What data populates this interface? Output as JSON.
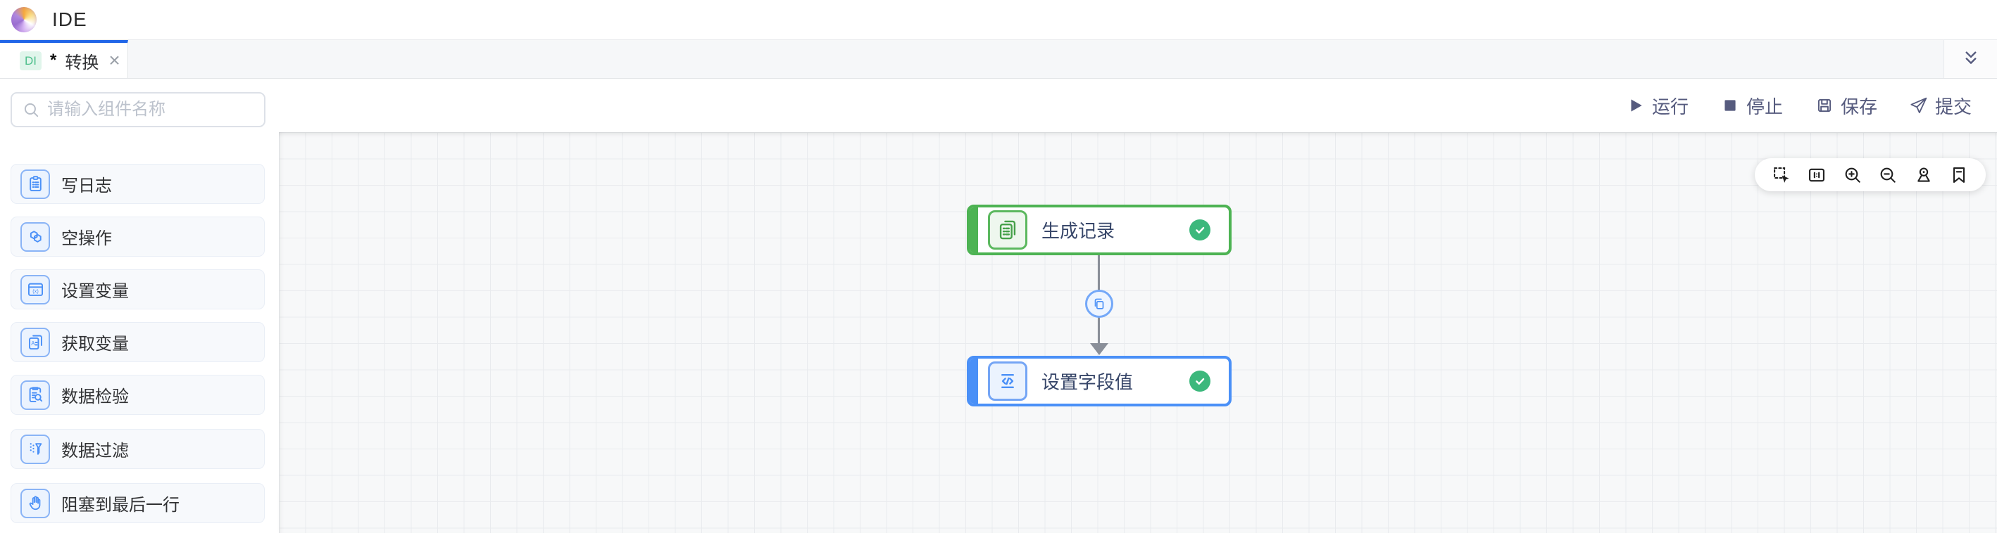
{
  "header": {
    "title": "IDE"
  },
  "tab_bar": {
    "tab": {
      "badge": "DI",
      "dirty_marker": "*",
      "title": "转换",
      "close_glyph": "×"
    },
    "more_icon": "double-chevron-down-icon"
  },
  "sidebar": {
    "search": {
      "placeholder": "请输入组件名称",
      "icon": "search-icon"
    },
    "items": [
      {
        "label": "写日志",
        "icon": "write-log-icon"
      },
      {
        "label": "空操作",
        "icon": "dummy-step-icon"
      },
      {
        "label": "设置变量",
        "icon": "set-variable-icon"
      },
      {
        "label": "获取变量",
        "icon": "get-variable-icon"
      },
      {
        "label": "数据检验",
        "icon": "data-validate-icon"
      },
      {
        "label": "数据过滤",
        "icon": "data-filter-icon"
      },
      {
        "label": "阻塞到最后一行",
        "icon": "block-until-last-row-icon"
      }
    ],
    "collapse_icon": "chevron-left-icon"
  },
  "run_toolbar": {
    "run_label": "运行",
    "stop_label": "停止",
    "save_label": "保存",
    "submit_label": "提交",
    "text_color": "#565b7e"
  },
  "view_tools": [
    "marquee-select",
    "fit-view",
    "zoom-in",
    "zoom-out",
    "locate",
    "bookmark"
  ],
  "canvas": {
    "nodes": [
      {
        "label": "生成记录",
        "color": "#4db353",
        "status": "success",
        "status_icon": "check-circle-icon",
        "type_icon": "generate-records-icon"
      },
      {
        "label": "设置字段值",
        "color": "#4a90f7",
        "status": "success",
        "status_icon": "check-circle-icon",
        "type_icon": "set-field-value-icon"
      }
    ],
    "edge": {
      "from": "生成记录",
      "to": "设置字段值",
      "badge_icon": "copy-icon"
    }
  },
  "colors": {
    "active_tab_accent": "#2166e8",
    "badge_bg": "#e0f5eb",
    "badge_text": "#4fc08d",
    "success_check": "#3cb87c",
    "node_green": "#4db353",
    "node_blue": "#4a90f7",
    "edge_gray": "#8a8f99",
    "grid_line": "#e9ebee",
    "grid_bg": "#f7f8f9",
    "sidebar_card_bg": "#f7f9fc"
  }
}
